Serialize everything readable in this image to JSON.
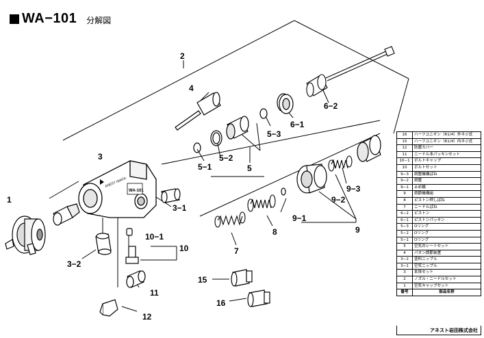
{
  "header": {
    "model": "WA−101",
    "subtitle": "分解図"
  },
  "callouts": {
    "c1": "1",
    "c2": "2",
    "c3": "3",
    "c3_1": "3−1",
    "c3_2": "3−2",
    "c4": "4",
    "c5": "5",
    "c5_1": "5−1",
    "c5_2": "5−2",
    "c5_3": "5−3",
    "c6_1": "6−1",
    "c6_2": "6−2",
    "c7": "7",
    "c8": "8",
    "c9": "9",
    "c9_1": "9−1",
    "c9_2": "9−2",
    "c9_3": "9−3",
    "c10": "10",
    "c10_1": "10−1",
    "c11": "11",
    "c12": "12",
    "c15": "15",
    "c16": "16"
  },
  "body_mark": "ANEST IWATA",
  "body_model": "WA-101",
  "parts_table": {
    "rows": [
      {
        "no": "16",
        "name": "ハーフユニオン（R1/4）外ネジ式"
      },
      {
        "no": "15",
        "name": "ハーフユニオン（R1/4）内ネジ式"
      },
      {
        "no": "12",
        "name": "防塵カバー"
      },
      {
        "no": "11",
        "name": "ニードル本パッキンセット"
      },
      {
        "no": "10−1",
        "name": "ボルトキャップ"
      },
      {
        "no": "10",
        "name": "ボルトセット"
      },
      {
        "no": "9−3",
        "name": "調整機構ばね"
      },
      {
        "no": "9−2",
        "name": "調整"
      },
      {
        "no": "9−1",
        "name": "止め輪"
      },
      {
        "no": "9",
        "name": "調節機構組"
      },
      {
        "no": "8",
        "name": "ピストン押しばね"
      },
      {
        "no": "7",
        "name": "ニードルばね"
      },
      {
        "no": "6−2",
        "name": "ピストン"
      },
      {
        "no": "6−1",
        "name": "ピストンパッキン"
      },
      {
        "no": "5−3",
        "name": "Oリング"
      },
      {
        "no": "5−2",
        "name": "Oリング"
      },
      {
        "no": "5−1",
        "name": "Oリング"
      },
      {
        "no": "5",
        "name": "空気弁シートセット"
      },
      {
        "no": "4",
        "name": "パタン調節装置"
      },
      {
        "no": "3−2",
        "name": "塗料ニップル"
      },
      {
        "no": "3−1",
        "name": "空気ニップル"
      },
      {
        "no": "3",
        "name": "本体セット"
      },
      {
        "no": "2",
        "name": "ノズル・ニードルセット"
      },
      {
        "no": "1",
        "name": "空気キャップセット"
      }
    ],
    "header_no": "番号",
    "header_name": "部品名称",
    "maker": "アネスト岩田株式会社"
  }
}
